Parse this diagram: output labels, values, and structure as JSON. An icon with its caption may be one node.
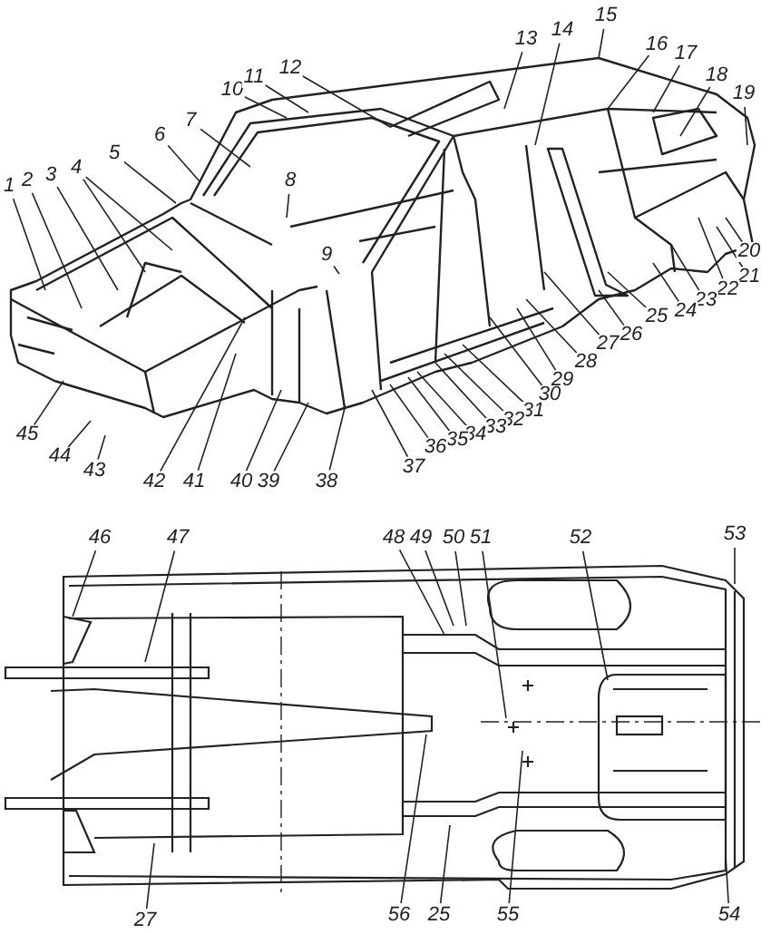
{
  "diagram": {
    "nodes": [
      {
        "text": [
          "1"
        ]
      },
      {
        "text": [
          "2"
        ]
      },
      {
        "text": [
          "3"
        ]
      },
      {
        "text": [
          "4"
        ]
      },
      {
        "text": [
          "5"
        ]
      },
      {
        "text": [
          "6"
        ]
      },
      {
        "text": [
          "7"
        ]
      },
      {
        "text": [
          "8"
        ]
      },
      {
        "text": [
          "9"
        ]
      },
      {
        "text": [
          "10"
        ]
      },
      {
        "text": [
          "11"
        ]
      },
      {
        "text": [
          "12"
        ]
      },
      {
        "text": [
          "13"
        ]
      },
      {
        "text": [
          "14"
        ]
      },
      {
        "text": [
          "15"
        ]
      },
      {
        "text": [
          "16"
        ]
      },
      {
        "text": [
          "17"
        ]
      },
      {
        "text": [
          "18"
        ]
      },
      {
        "text": [
          "19"
        ]
      },
      {
        "text": [
          "20"
        ]
      },
      {
        "text": [
          "21"
        ]
      },
      {
        "text": [
          "22"
        ]
      },
      {
        "text": [
          "23"
        ]
      },
      {
        "text": [
          "24"
        ]
      },
      {
        "text": [
          "25"
        ]
      },
      {
        "text": [
          "26"
        ]
      },
      {
        "text": [
          "27"
        ]
      },
      {
        "text": [
          "28"
        ]
      },
      {
        "text": [
          "29"
        ]
      },
      {
        "text": [
          "30"
        ]
      },
      {
        "text": [
          "31"
        ]
      },
      {
        "text": [
          "32"
        ]
      },
      {
        "text": [
          "33"
        ]
      },
      {
        "text": [
          "34"
        ]
      },
      {
        "text": [
          "35"
        ]
      },
      {
        "text": [
          "36"
        ]
      },
      {
        "text": [
          "37"
        ]
      },
      {
        "text": [
          "38"
        ]
      },
      {
        "text": [
          "39"
        ]
      },
      {
        "text": [
          "40"
        ]
      },
      {
        "text": [
          "41"
        ]
      },
      {
        "text": [
          "42"
        ]
      },
      {
        "text": [
          "43"
        ]
      },
      {
        "text": [
          "44"
        ]
      },
      {
        "text": [
          "45"
        ]
      },
      {
        "text": [
          "46"
        ]
      },
      {
        "text": [
          "47"
        ]
      },
      {
        "text": [
          "48"
        ]
      },
      {
        "text": [
          "49"
        ]
      },
      {
        "text": [
          "50"
        ]
      },
      {
        "text": [
          "51"
        ]
      },
      {
        "text": [
          "52"
        ]
      },
      {
        "text": [
          "53"
        ]
      },
      {
        "text": [
          "27"
        ]
      },
      {
        "text": [
          "56"
        ]
      },
      {
        "text": [
          "25"
        ]
      },
      {
        "text": [
          "55"
        ]
      },
      {
        "text": [
          "54"
        ]
      }
    ],
    "edges": [
      {
        "from": 0,
        "to": null,
        "arrow": "none"
      },
      {
        "from": 1,
        "to": null,
        "arrow": "none"
      },
      {
        "from": 2,
        "to": null,
        "arrow": "none"
      },
      {
        "from": 3,
        "to": null,
        "arrow": "none"
      },
      {
        "from": 3,
        "to": null,
        "arrow": "none"
      },
      {
        "from": 4,
        "to": null,
        "arrow": "none"
      },
      {
        "from": 5,
        "to": null,
        "arrow": "none"
      },
      {
        "from": 6,
        "to": null,
        "arrow": "none"
      },
      {
        "from": 7,
        "to": null,
        "arrow": "none"
      },
      {
        "from": 8,
        "to": null,
        "arrow": "none"
      },
      {
        "from": 9,
        "to": null,
        "arrow": "none"
      },
      {
        "from": 10,
        "to": null,
        "arrow": "none"
      },
      {
        "from": 11,
        "to": null,
        "arrow": "none"
      },
      {
        "from": 12,
        "to": null,
        "arrow": "none"
      },
      {
        "from": 13,
        "to": null,
        "arrow": "none"
      },
      {
        "from": 14,
        "to": null,
        "arrow": "none"
      },
      {
        "from": 15,
        "to": null,
        "arrow": "none"
      },
      {
        "from": 16,
        "to": null,
        "arrow": "none"
      },
      {
        "from": 17,
        "to": null,
        "arrow": "none"
      },
      {
        "from": 18,
        "to": null,
        "arrow": "none"
      },
      {
        "from": 19,
        "to": null,
        "arrow": "none"
      },
      {
        "from": 20,
        "to": null,
        "arrow": "none"
      },
      {
        "from": 21,
        "to": null,
        "arrow": "none"
      },
      {
        "from": 22,
        "to": null,
        "arrow": "none"
      },
      {
        "from": 23,
        "to": null,
        "arrow": "none"
      },
      {
        "from": 24,
        "to": null,
        "arrow": "none"
      },
      {
        "from": 25,
        "to": null,
        "arrow": "none"
      },
      {
        "from": 26,
        "to": null,
        "arrow": "none"
      },
      {
        "from": 27,
        "to": null,
        "arrow": "none"
      },
      {
        "from": 28,
        "to": null,
        "arrow": "none"
      },
      {
        "from": 29,
        "to": null,
        "arrow": "none"
      },
      {
        "from": 30,
        "to": null,
        "arrow": "none"
      },
      {
        "from": 31,
        "to": null,
        "arrow": "none"
      },
      {
        "from": 32,
        "to": null,
        "arrow": "none"
      },
      {
        "from": 33,
        "to": null,
        "arrow": "none"
      },
      {
        "from": 34,
        "to": null,
        "arrow": "none"
      },
      {
        "from": 35,
        "to": null,
        "arrow": "none"
      },
      {
        "from": 36,
        "to": null,
        "arrow": "none"
      },
      {
        "from": 37,
        "to": null,
        "arrow": "none"
      },
      {
        "from": 38,
        "to": null,
        "arrow": "none"
      },
      {
        "from": 39,
        "to": null,
        "arrow": "none"
      },
      {
        "from": 40,
        "to": null,
        "arrow": "none"
      },
      {
        "from": 41,
        "to": null,
        "arrow": "none"
      },
      {
        "from": 42,
        "to": null,
        "arrow": "none"
      },
      {
        "from": 43,
        "to": null,
        "arrow": "none"
      },
      {
        "from": 44,
        "to": null,
        "arrow": "none"
      },
      {
        "from": 45,
        "to": null,
        "arrow": "none"
      },
      {
        "from": 46,
        "to": null,
        "arrow": "none"
      },
      {
        "from": 47,
        "to": null,
        "arrow": "none"
      },
      {
        "from": 48,
        "to": null,
        "arrow": "none"
      },
      {
        "from": 49,
        "to": null,
        "arrow": "none"
      },
      {
        "from": 50,
        "to": null,
        "arrow": "none"
      },
      {
        "from": 51,
        "to": null,
        "arrow": "none"
      },
      {
        "from": 52,
        "to": null,
        "arrow": "none"
      },
      {
        "from": 53,
        "to": null,
        "arrow": "none"
      },
      {
        "from": 54,
        "to": null,
        "arrow": "none"
      },
      {
        "from": 55,
        "to": null,
        "arrow": "none"
      },
      {
        "from": 56,
        "to": null,
        "arrow": "none"
      },
      {
        "from": 57,
        "to": null,
        "arrow": "none"
      }
    ]
  }
}
